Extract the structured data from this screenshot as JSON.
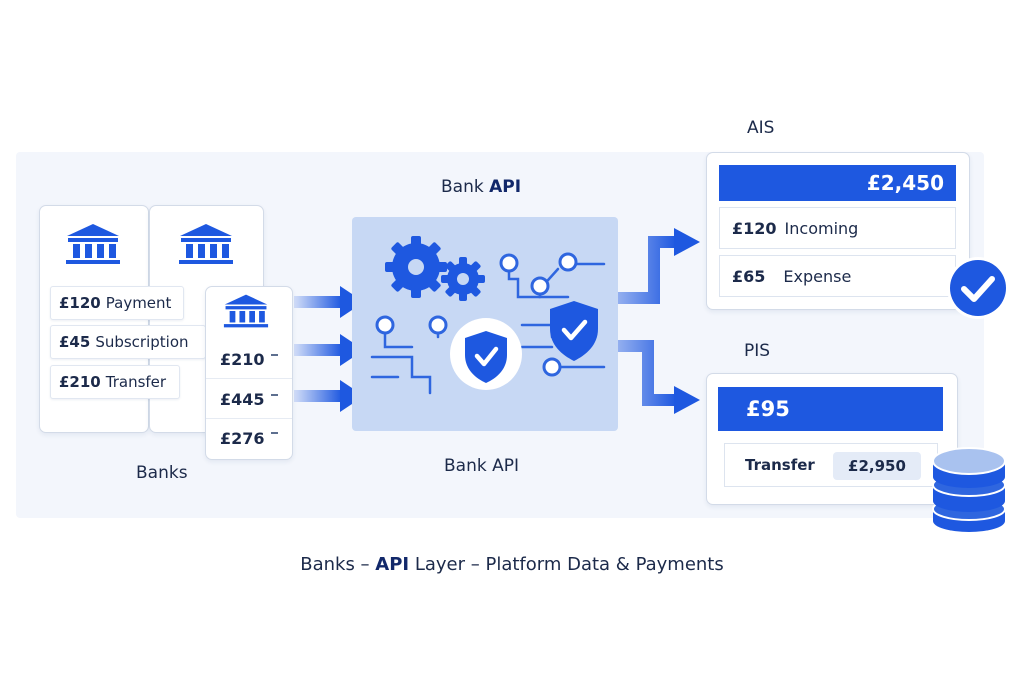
{
  "labels": {
    "banks": "Banks",
    "bank_api_top_prefix": "Bank ",
    "bank_api_top_bold": "API",
    "bank_api_bottom": "Bank API",
    "ais": "AIS",
    "pis": "PIS"
  },
  "bank_card": {
    "rows": [
      {
        "amount": "£120",
        "label": "Payment"
      },
      {
        "amount": "£45",
        "label": "Subscription"
      },
      {
        "amount": "£210",
        "label": "Transfer"
      }
    ]
  },
  "mini_card": {
    "rows": [
      {
        "amount": "£210"
      },
      {
        "amount": "£445"
      },
      {
        "amount": "£276"
      }
    ]
  },
  "ais": {
    "balance": "£2,450",
    "rows": [
      {
        "amount": "£120",
        "label": "Incoming"
      },
      {
        "amount": "£65",
        "label": "Expense"
      }
    ]
  },
  "pis": {
    "amount": "£95",
    "transfer_label": "Transfer",
    "transfer_amount": "£2,950"
  },
  "footer": {
    "part1": "Banks – ",
    "part2": "API",
    "part3": " Layer  –  Platform Data & Payments"
  },
  "colors": {
    "accent": "#1e58e0",
    "dark_text": "#1c2a4a",
    "panel": "#c7d8f4"
  },
  "icons": [
    "bank-icon",
    "gear-icon",
    "shield-check-icon",
    "check-circle-icon",
    "database-icon",
    "arrow-right-icon"
  ]
}
